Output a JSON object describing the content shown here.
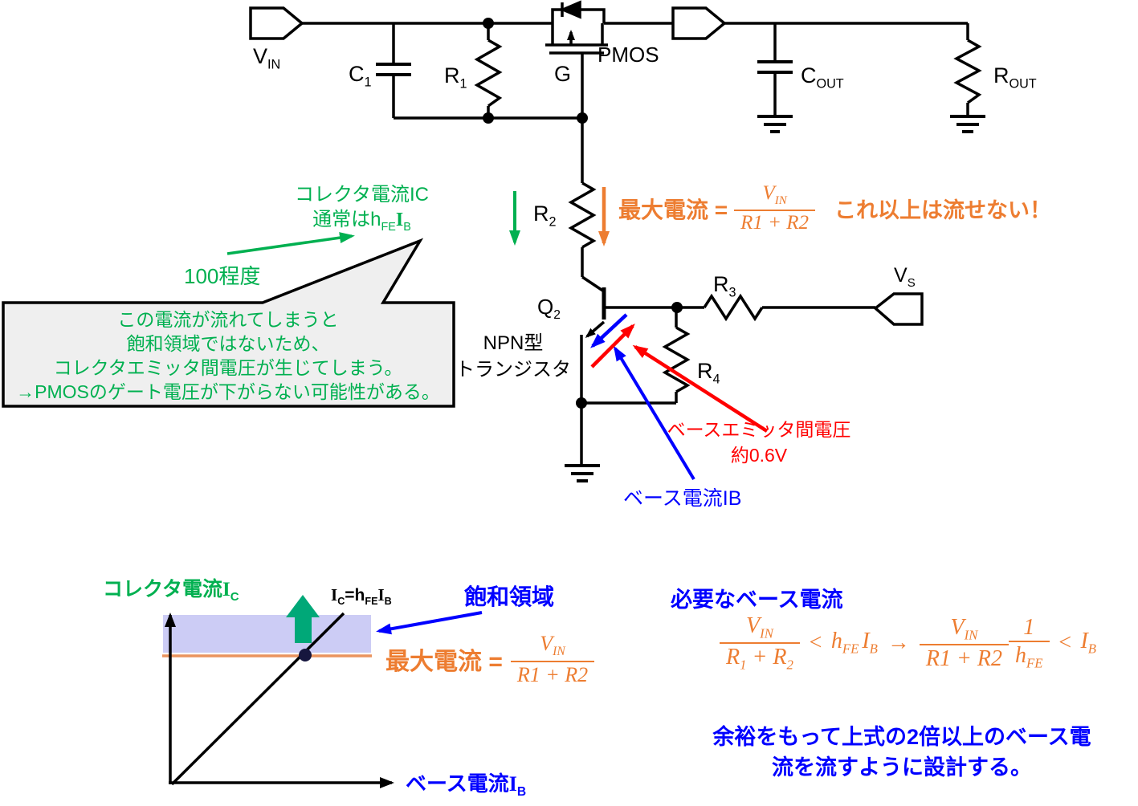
{
  "colors": {
    "green": "#00B050",
    "orange": "#ED7D31",
    "orange_line": "#EA945F",
    "red": "#FF0000",
    "blue": "#0000FF",
    "band": "#CCCCF5",
    "bubble_fill": "#EFEFEF",
    "arrow_green": "#00A878",
    "dot_navy": "#16163E"
  },
  "circuit": {
    "vin": {
      "base": "V",
      "sub": "IN"
    },
    "c1": {
      "base": "C",
      "sub": "1"
    },
    "r1": {
      "base": "R",
      "sub": "1"
    },
    "gate_label": "G",
    "pmos_label": "PMOS",
    "cout": {
      "base": "C",
      "sub": "OUT"
    },
    "rout": {
      "base": "R",
      "sub": "OUT"
    },
    "r2": {
      "base": "R",
      "sub": "2"
    },
    "q2": {
      "base": "Q",
      "sub": "2"
    },
    "npn": {
      "line1": "NPN型",
      "line2": "トランジスタ"
    },
    "r3": {
      "base": "R",
      "sub": "3"
    },
    "r4": {
      "base": "R",
      "sub": "4"
    },
    "vs": {
      "base": "V",
      "sub": "S"
    }
  },
  "green_note": {
    "line1": "コレクタ電流IC",
    "line2_pre": "通常はh",
    "line2_sub1": "FE",
    "line2_base2": "I",
    "line2_sub2": "B",
    "gain": "100程度"
  },
  "bubble": {
    "line1": "この電流が流れてしまうと",
    "line2": "飽和領域ではないため、",
    "line3": "コレクタエミッタ間電圧が生じてしまう。",
    "line4": "→PMOSのゲート電圧が下がらない可能性がある。"
  },
  "max_current": {
    "label": "最大電流 =",
    "num_base": "V",
    "num_sub": "IN",
    "den": "R1 + R2",
    "warning": "これ以上は流せない！"
  },
  "vbe_note": {
    "line1": "ベースエミッタ間電圧",
    "line2": "約0.6V"
  },
  "ib_note": {
    "label": "ベース電流IB"
  },
  "graph": {
    "ylabel_pre": "コレクタ電流",
    "ylabel_base": "I",
    "ylabel_sub": "C",
    "xlabel_pre": "ベース電流",
    "xlabel_base": "I",
    "xlabel_sub": "B",
    "line_base1": "I",
    "line_sub1": "C",
    "line_mid": "=h",
    "line_sub2": "FE",
    "line_base2": "I",
    "line_sub3": "B",
    "saturation": "飽和領域",
    "max_label": "最大電流 =",
    "num_base": "V",
    "num_sub": "IN",
    "den": "R1 + R2"
  },
  "base_current": {
    "title": "必要なベース電流",
    "f1_num_base": "V",
    "f1_num_sub": "IN",
    "f1_den_b1": "R",
    "f1_den_s1": "1",
    "f1_den_plus": " + ",
    "f1_den_b2": "R",
    "f1_den_s2": "2",
    "lt1": "<",
    "h1_base": "h",
    "h1_sub": "FE",
    "i1_base": "I",
    "i1_sub": "B",
    "arrow": "→",
    "f2_num_base": "V",
    "f2_num_sub": "IN",
    "f2_den": "R1 + R2",
    "f3_num": "1",
    "f3_den_base": "h",
    "f3_den_sub": "FE",
    "lt2": "<",
    "i2_base": "I",
    "i2_sub": "B",
    "note1": "余裕をもって上式の2倍以上のベース電",
    "note2": "流を流すように設計する。"
  }
}
